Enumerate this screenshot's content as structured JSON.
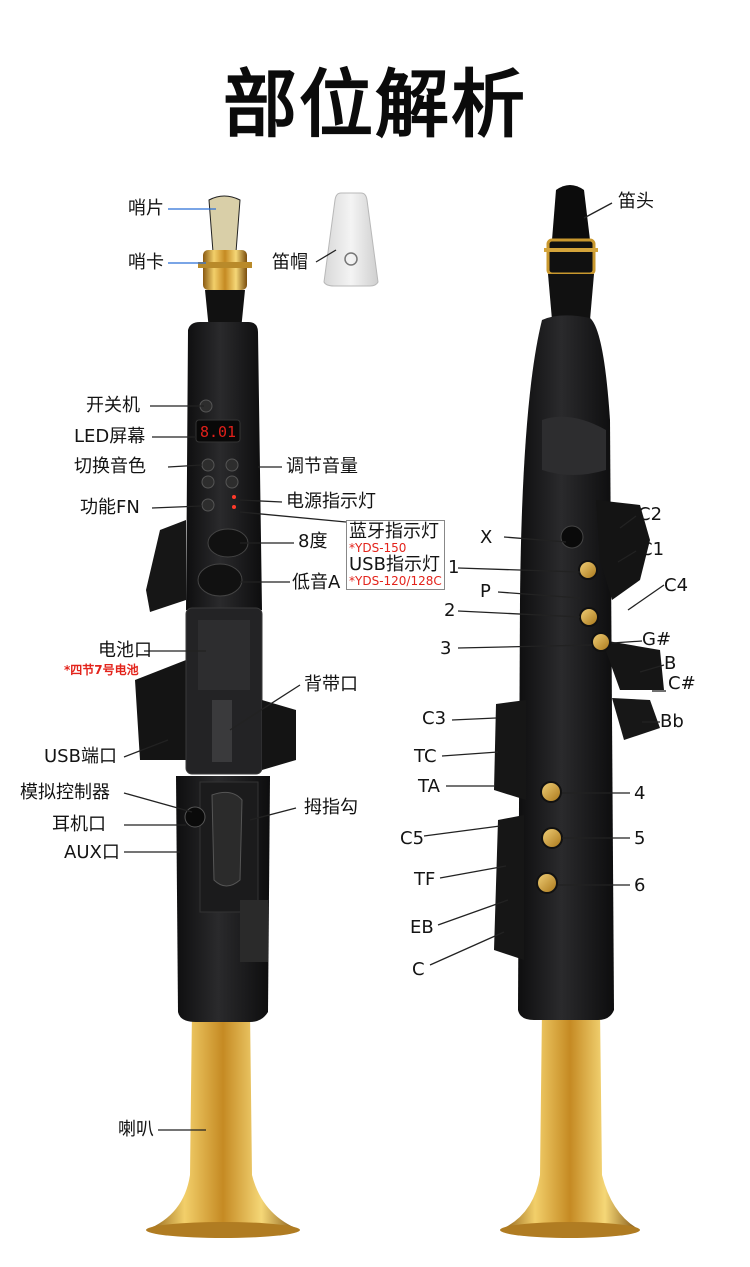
{
  "title": "部位解析",
  "colors": {
    "body": "#1f1f20",
    "gold": "#d4a43a",
    "label": "#141414",
    "note": "#e3231b"
  },
  "front": {
    "mouthpiece_reed": "哨片",
    "ligature": "哨卡",
    "cap": "笛帽",
    "power": "开关机",
    "led_screen": "LED屏幕",
    "led_value": "8.01",
    "tone_switch": "切换音色",
    "volume": "调节音量",
    "function": "功能FN",
    "power_indicator": "电源指示灯",
    "bluetooth_indicator": "蓝牙指示灯",
    "bluetooth_model": "*YDS-150",
    "usb_indicator": "USB指示灯",
    "usb_model": "*YDS-120/128C",
    "octave": "8度",
    "low_a": "低音A",
    "battery": "电池口",
    "battery_note": "*四节7号电池",
    "strap": "背带口",
    "usb_port": "USB端口",
    "analog_controller": "模拟控制器",
    "headphone": "耳机口",
    "aux": "AUX口",
    "thumb_hook": "拇指勾",
    "bell": "喇叭"
  },
  "back": {
    "head": "笛头",
    "keys": {
      "x": "X",
      "c2": "C2",
      "c1": "C1",
      "k1": "1",
      "p": "P",
      "c4": "C4",
      "k2": "2",
      "k3": "3",
      "gs": "G#",
      "b": "B",
      "cs": "C#",
      "c3": "C3",
      "bb": "Bb",
      "tc": "TC",
      "ta": "TA",
      "k4": "4",
      "c5": "C5",
      "k5": "5",
      "tf": "TF",
      "k6": "6",
      "eb": "EB",
      "c": "C"
    }
  }
}
